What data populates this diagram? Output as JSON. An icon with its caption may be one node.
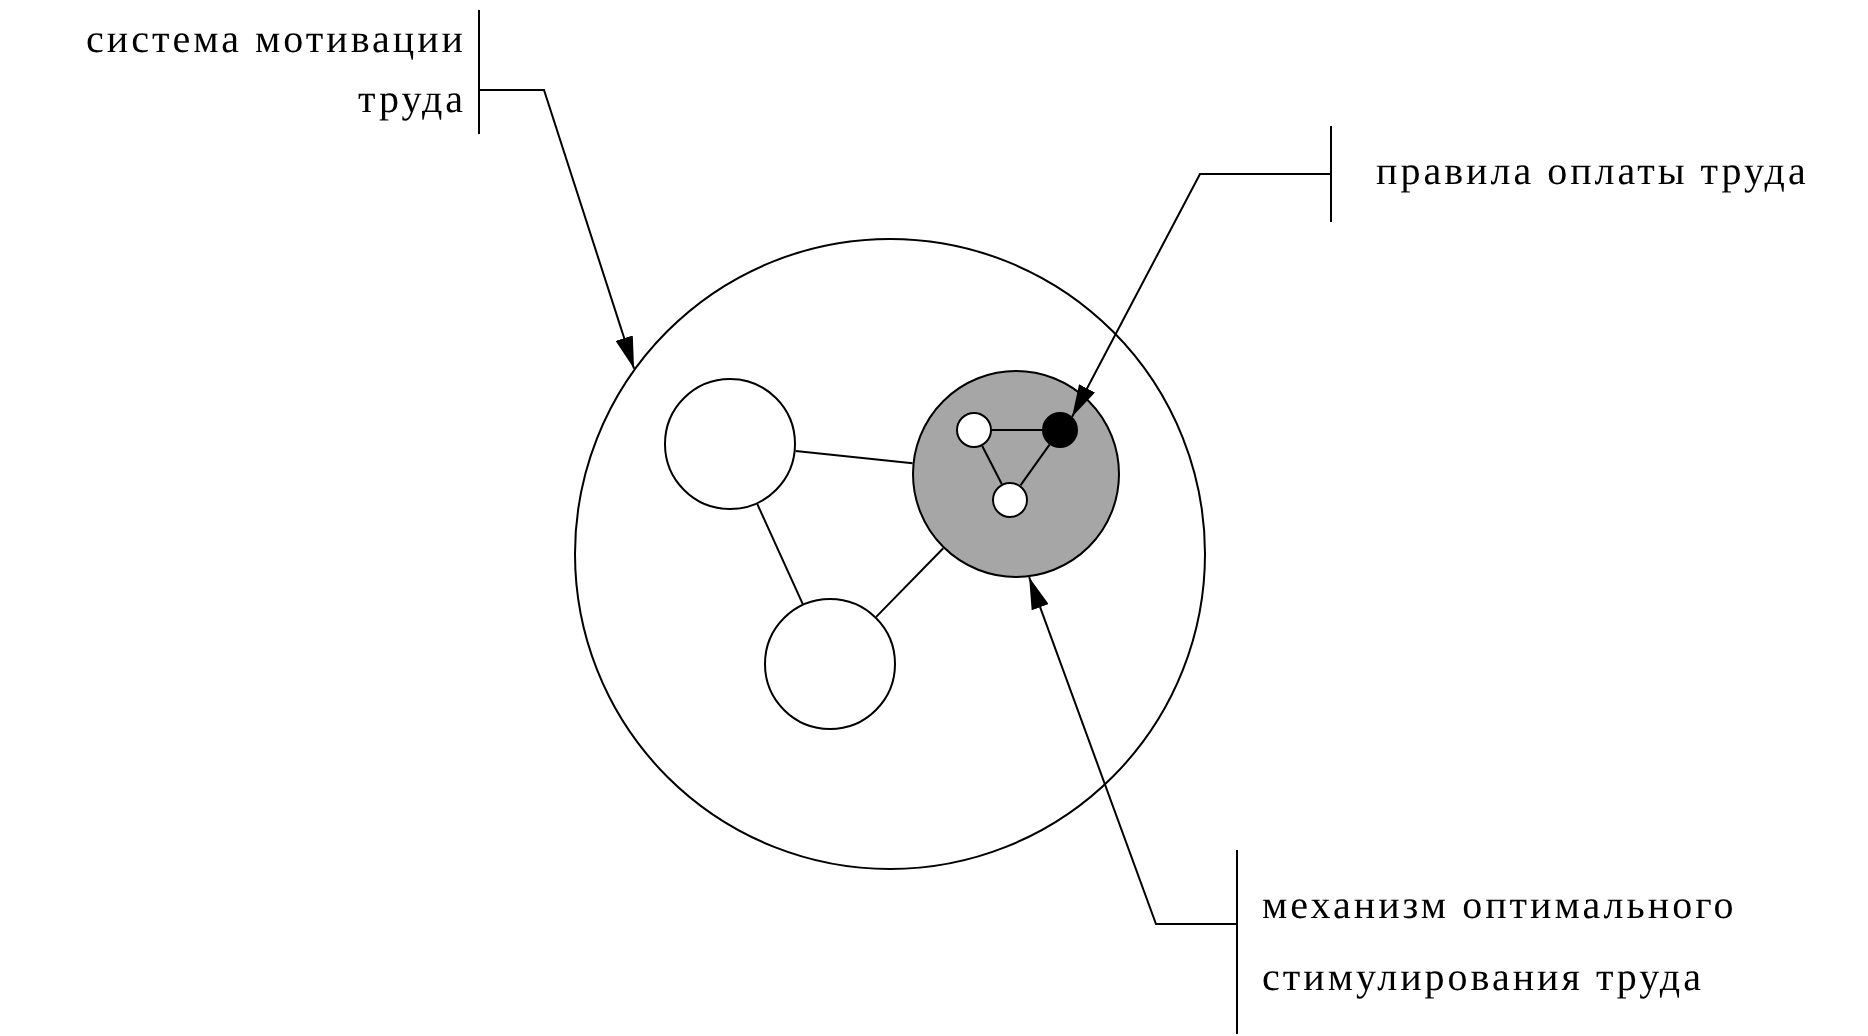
{
  "diagram": {
    "nodes": [
      {
        "text": [
          "система мотивации труда"
        ]
      },
      {
        "text": [],
        "shape": "circle"
      },
      {
        "text": [],
        "shape": "circle",
        "in": 1
      },
      {
        "text": [],
        "shape": "circle",
        "in": 1
      },
      {
        "text": [],
        "shape": "circle",
        "in": 1
      },
      {
        "text": [],
        "shape": "circle",
        "in": 4
      },
      {
        "text": [],
        "shape": "circle",
        "in": 4
      },
      {
        "text": [],
        "shape": "circle",
        "in": 4
      },
      {
        "text": [
          "правила оплаты труда"
        ]
      },
      {
        "text": [
          "механизм оптимального стимулирования труда"
        ]
      }
    ],
    "edges": [
      {
        "from": 2,
        "to": 4,
        "arrow": "none"
      },
      {
        "from": 2,
        "to": 3,
        "arrow": "none"
      },
      {
        "from": 3,
        "to": 4,
        "arrow": "none"
      },
      {
        "from": 5,
        "to": 6,
        "arrow": "none"
      },
      {
        "from": 5,
        "to": 7,
        "arrow": "none"
      },
      {
        "from": 6,
        "to": 7,
        "arrow": "none"
      },
      {
        "from": 0,
        "to": 1,
        "arrow": "to"
      },
      {
        "from": 8,
        "to": 6,
        "arrow": "to"
      },
      {
        "from": 9,
        "to": 4,
        "arrow": "to"
      }
    ]
  }
}
